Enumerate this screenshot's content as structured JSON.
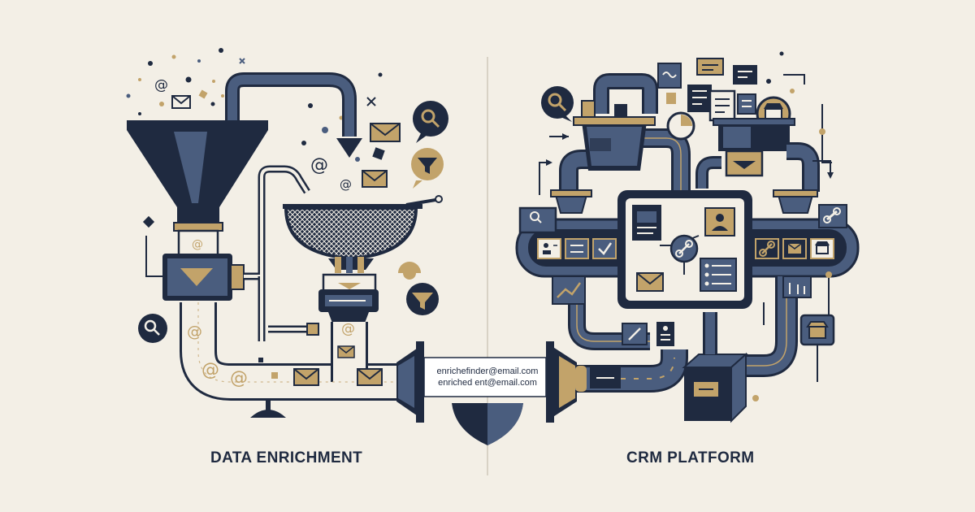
{
  "left_panel": {
    "title": "DATA ENRICHMENT"
  },
  "right_panel": {
    "title": "CRM PLATFORM"
  },
  "bridge": {
    "email_line_1": "enrichefinder@email.com",
    "email_line_2": "enriched ent@email.com"
  },
  "glyphs": {
    "at": "@"
  },
  "colors": {
    "background": "#f3efe6",
    "navy": "#1f2a40",
    "slate_blue": "#4a5d7e",
    "gold": "#c2a36a",
    "cream": "#f3efe6"
  },
  "icons": [
    "funnel-icon",
    "sieve-icon",
    "filter-icon",
    "search-icon",
    "envelope-icon",
    "at-sign-icon",
    "link-icon",
    "store-icon",
    "contact-card-icon",
    "chart-icon",
    "list-icon",
    "checkmark-icon",
    "document-icon",
    "conveyor-belt-icon",
    "box-icon"
  ]
}
